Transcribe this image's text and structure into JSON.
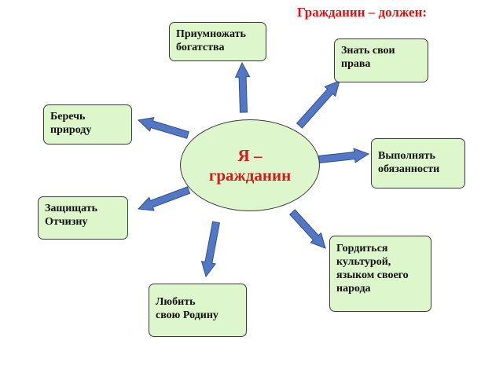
{
  "title": "Гражданин – должен:",
  "center": {
    "text": "Я –\nгражданин",
    "color": "#d41a1a"
  },
  "colors": {
    "box_fill": "#ddf6cc",
    "arrow_fill": "#5477c4",
    "title": "#e01010"
  },
  "duties": [
    {
      "id": "multiply-wealth",
      "text": "Приумножать\nбогатства"
    },
    {
      "id": "know-rights",
      "text": "Знать свои\n права"
    },
    {
      "id": "protect-nature",
      "text": "Беречь\nприроду"
    },
    {
      "id": "fulfill-duties",
      "text": "Выполнять\nобязанности"
    },
    {
      "id": "defend-fatherland",
      "text": "Защищать\nОтчизну"
    },
    {
      "id": "be-proud",
      "text": "Гордиться\nкультурой,\nязыком своего\n народа"
    },
    {
      "id": "love-homeland",
      "text": "Любить\nсвою Родину"
    }
  ]
}
